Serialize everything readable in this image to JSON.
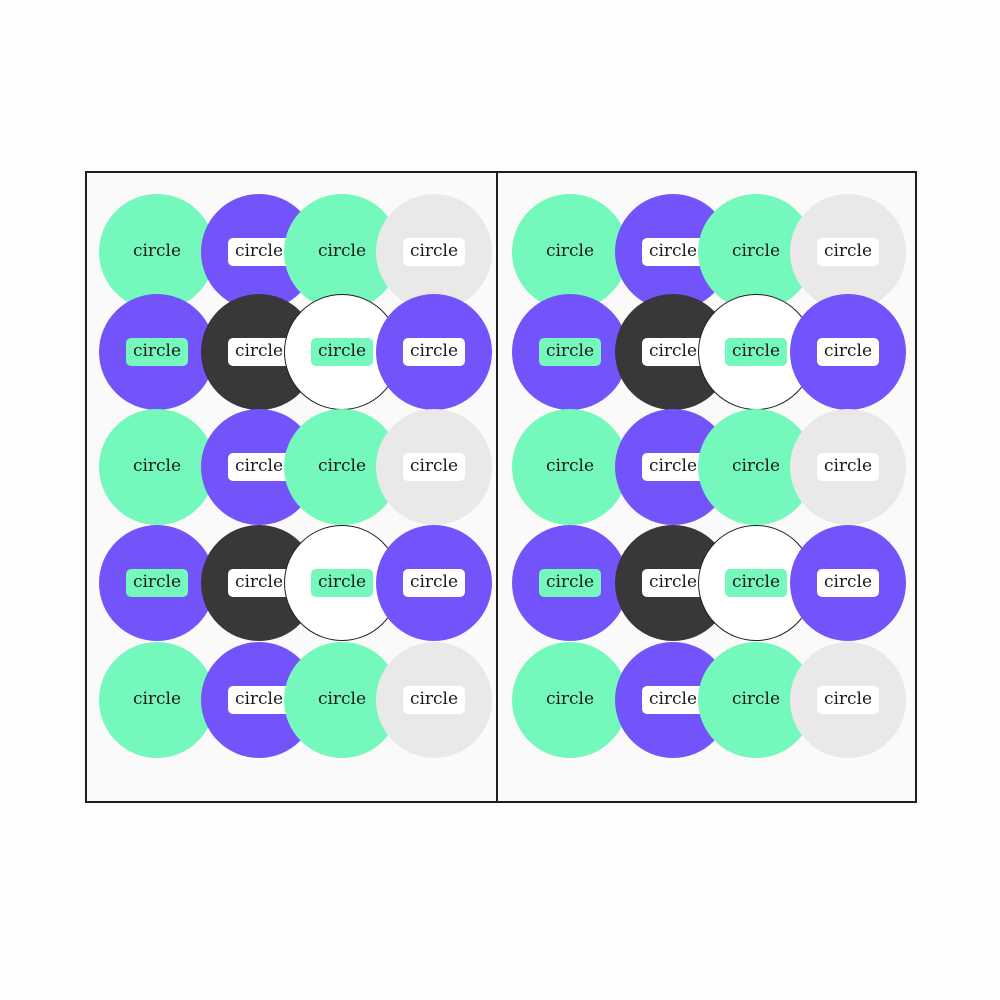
{
  "colors": {
    "green": "#75f8bb",
    "purple": "#7354fb",
    "dark": "#38383b",
    "white": "#ffffff",
    "light": "#e9e9e9",
    "frame": "#1e1e1e",
    "background": "#fafafa"
  },
  "grid": {
    "columns": 4,
    "rows": 5,
    "pattern": [
      [
        {
          "fill": "green",
          "label": "circle",
          "chip": "none"
        },
        {
          "fill": "purple",
          "label": "circle",
          "chip": "white"
        },
        {
          "fill": "green",
          "label": "circle",
          "chip": "none"
        },
        {
          "fill": "light",
          "label": "circle",
          "chip": "white"
        }
      ],
      [
        {
          "fill": "purple",
          "label": "circle",
          "chip": "green"
        },
        {
          "fill": "dark",
          "label": "circle",
          "chip": "white"
        },
        {
          "fill": "white",
          "label": "circle",
          "chip": "green",
          "outline": true
        },
        {
          "fill": "purple",
          "label": "circle",
          "chip": "white"
        }
      ]
    ]
  },
  "panels": [
    {
      "id": "left"
    },
    {
      "id": "right"
    }
  ]
}
